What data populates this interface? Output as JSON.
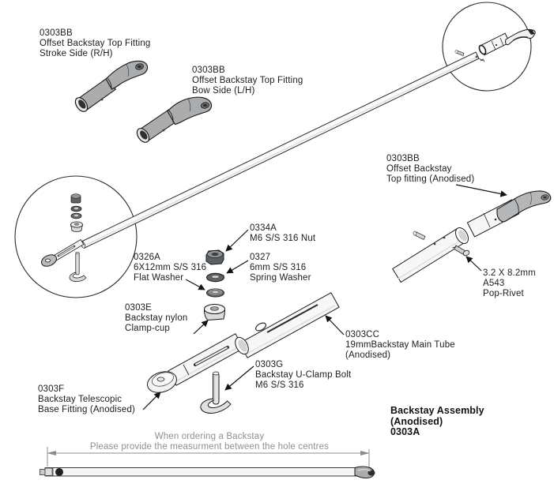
{
  "diagram": {
    "labels": {
      "top_fitting_stroke": "0303BB\nOffset Backstay Top Fitting\nStroke Side (R/H)",
      "top_fitting_bow": "0303BB\nOffset Backstay Top Fitting\nBow Side (L/H)",
      "top_fitting_anodised": "0303BB\nOffset Backstay\nTop fitting (Anodised)",
      "nut": "0334A\nM6 S/S 316 Nut",
      "flat_washer": "0326A\n6X12mm S/S 316\nFlat Washer",
      "spring_washer": "0327\n6mm S/S 316\nSpring Washer",
      "clamp_cup": "0303E\nBackstay nylon\nClamp-cup",
      "pop_rivet": "3.2 X 8.2mm\nA543\nPop-Rivet",
      "main_tube": "0303CC\n19mmBackstay Main Tube\n(Anodised)",
      "u_clamp_bolt": "0303G\nBackstay U-Clamp Bolt\nM6 S/S 316",
      "base_fitting": "0303F\nBackstay Telescopic\nBase Fitting (Anodised)"
    },
    "title": "Backstay Assembly\n(Anodised)\n0303A",
    "note": {
      "line1": "When ordering a Backstay",
      "line2": "Please provide the measurment between the hole centres"
    },
    "colors": {
      "fitting_grey": "#aaacae",
      "hardware_dark_grey": "#5d6063",
      "tube_fill": "#f7f7f8",
      "outline": "#1a1a1a",
      "note_grey": "#8d9091",
      "background": "#ffffff"
    }
  }
}
